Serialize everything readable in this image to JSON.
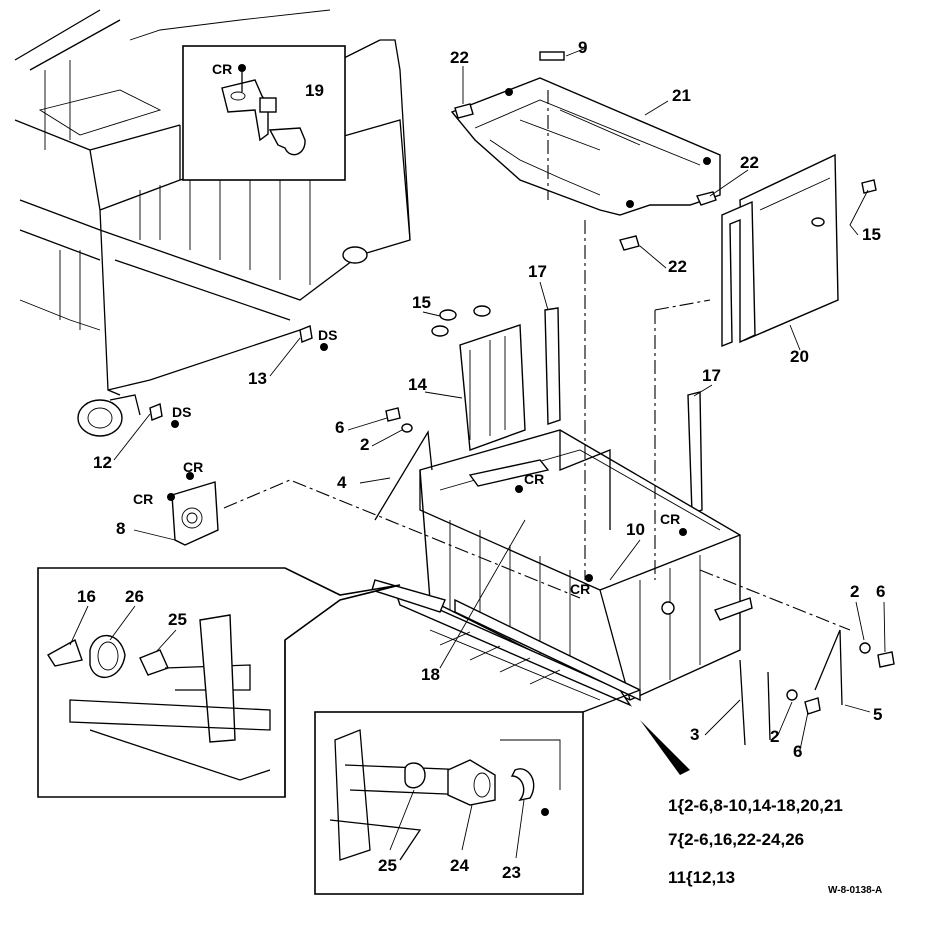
{
  "diagram": {
    "doc_id": "W-8-0138-A",
    "callouts": {
      "c2a": "2",
      "c2b": "2",
      "c2c": "2",
      "c3": "3",
      "c4": "4",
      "c5": "5",
      "c6a": "6",
      "c6b": "6",
      "c6c": "6",
      "c8": "8",
      "c9": "9",
      "c10": "10",
      "c12": "12",
      "c13": "13",
      "c14": "14",
      "c15a": "15",
      "c15b": "15",
      "c16": "16",
      "c17a": "17",
      "c17b": "17",
      "c18": "18",
      "c19": "19",
      "c20": "20",
      "c21": "21",
      "c22a": "22",
      "c22b": "22",
      "c22c": "22",
      "c23": "23",
      "c24": "24",
      "c25a": "25",
      "c25b": "25",
      "c26": "26"
    },
    "markers": {
      "cr": "CR",
      "ds": "DS"
    },
    "kits": [
      "1{2-6,8-10,14-18,20,21",
      "7{2-6,16,22-24,26",
      "11{12,13"
    ]
  }
}
